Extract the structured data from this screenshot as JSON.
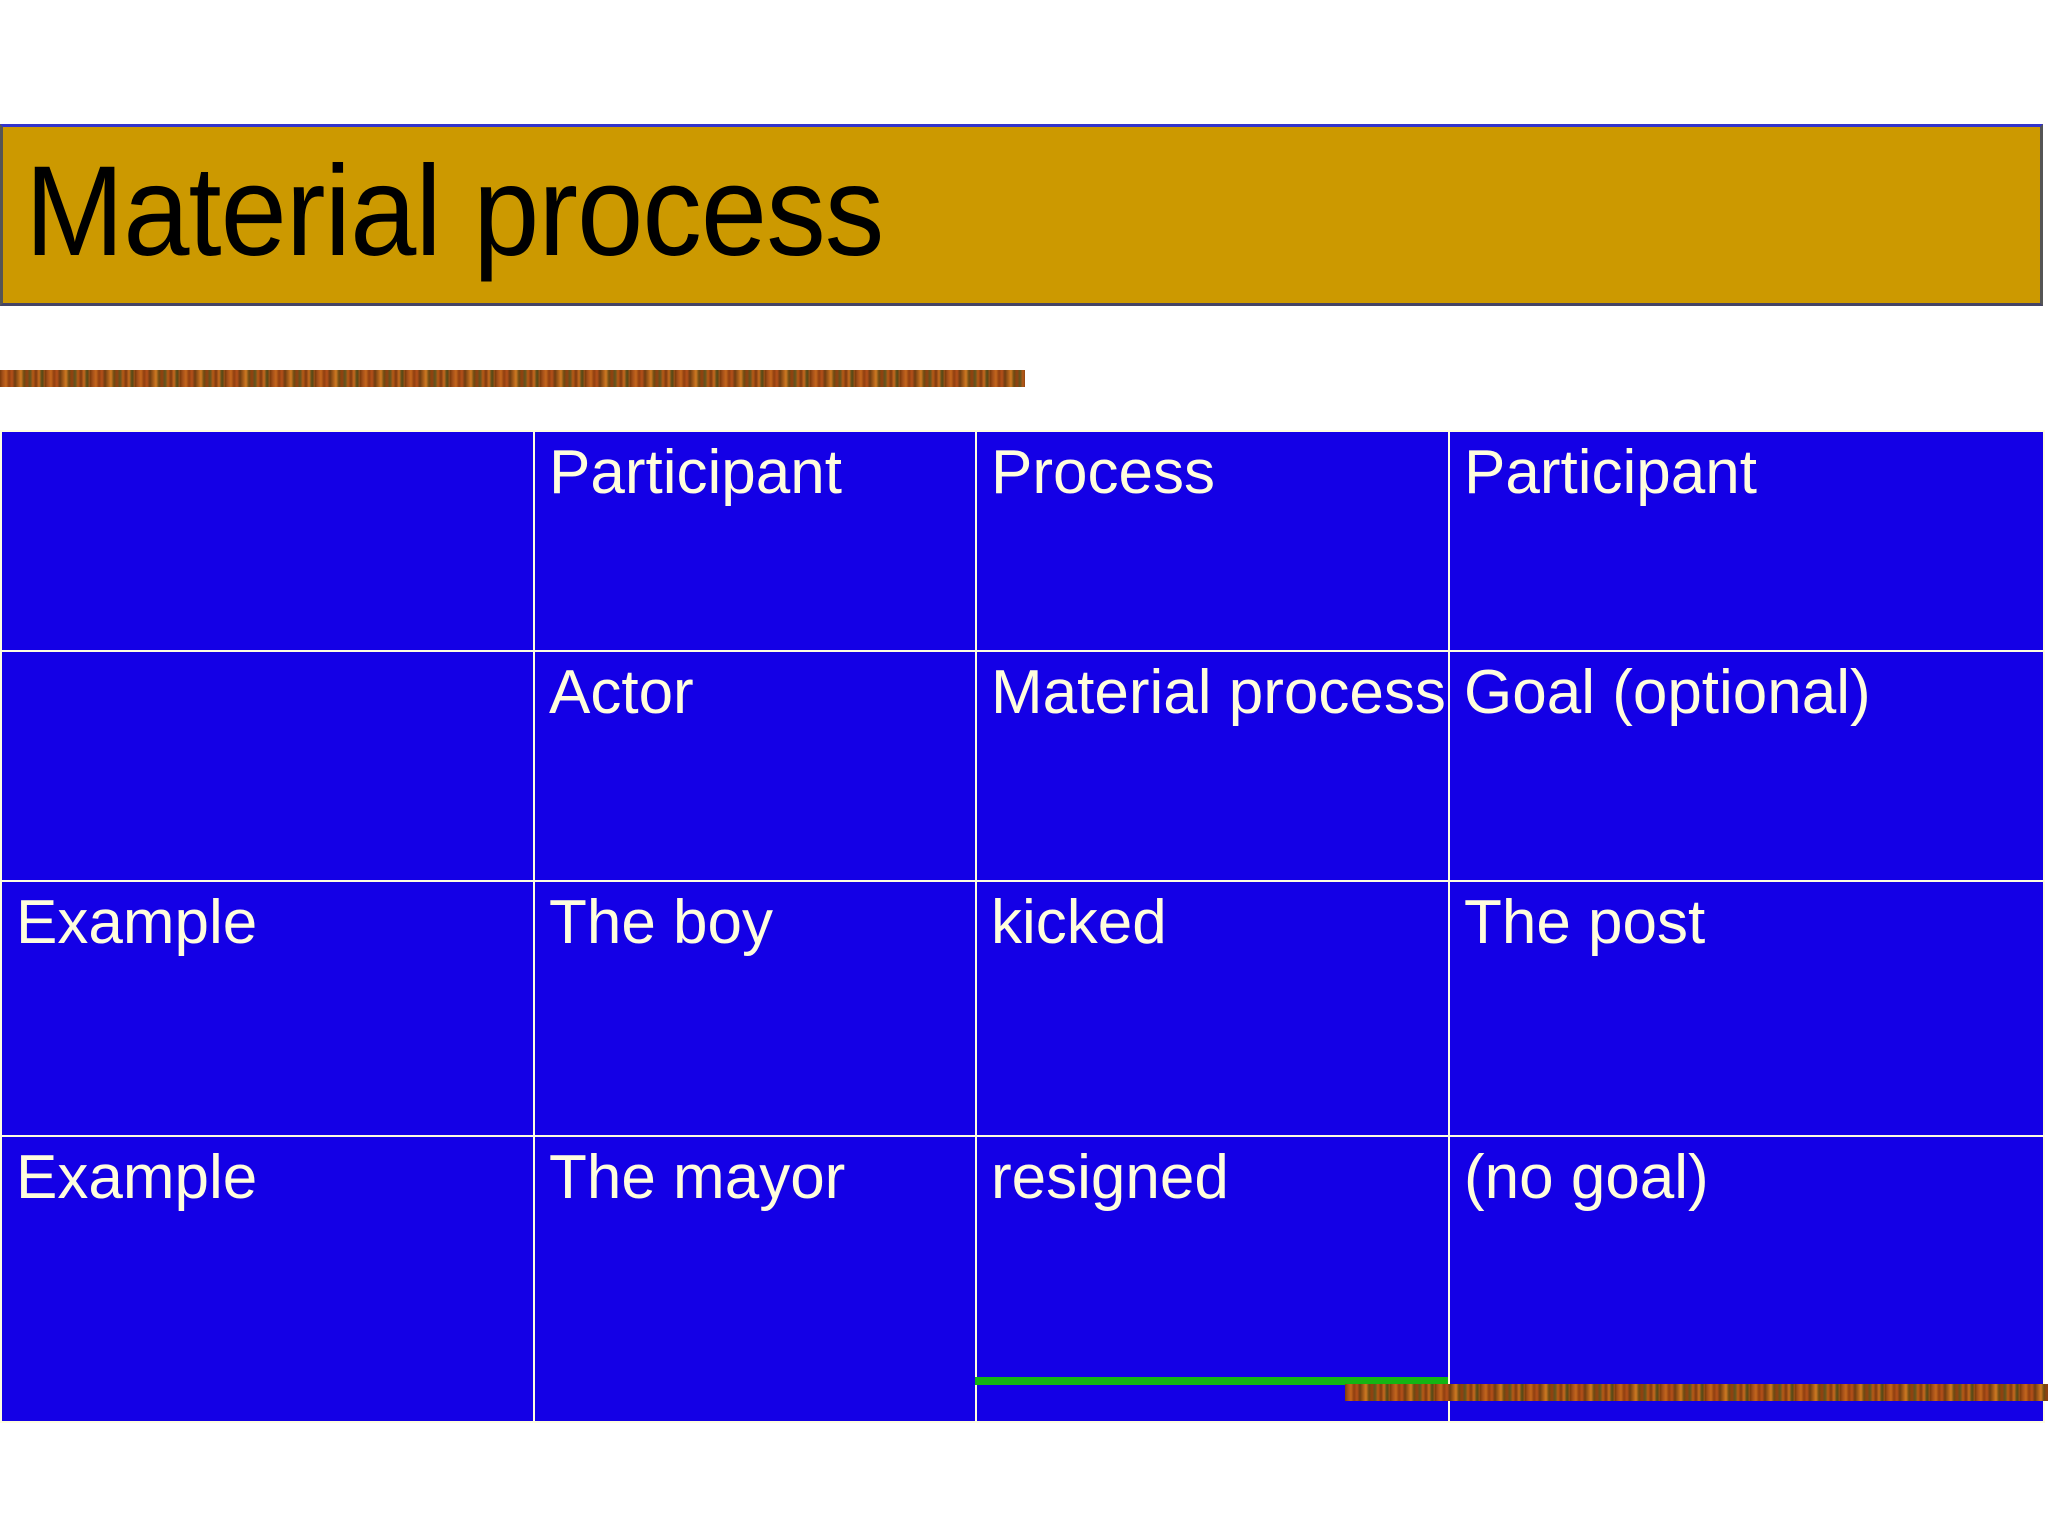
{
  "slide": {
    "title": "Material process",
    "title_bar_color": "#cc9900",
    "title_text_color": "#000000",
    "background_color": "#ffffff",
    "accent_top_border_color": "#3333cc"
  },
  "decor": {
    "top_strip_name": "autumn-texture-strip",
    "bottom_strip_name": "autumn-texture-strip",
    "underline_color": "#13b513"
  },
  "table": {
    "cell_background": "#1400e6",
    "cell_border_color": "#fffde0",
    "cell_text_color": "#fffddd",
    "columns": [
      "",
      "Participant",
      "Process",
      "Participant"
    ],
    "rows": [
      {
        "label": "",
        "cells": [
          "",
          "Participant",
          "Process",
          "Participant"
        ]
      },
      {
        "label": "",
        "cells": [
          "",
          "Actor",
          "Material process",
          "Goal (optional)"
        ]
      },
      {
        "label": "Example",
        "cells": [
          "Example",
          "The boy",
          "kicked",
          "The post"
        ]
      },
      {
        "label": "Example",
        "cells": [
          "Example",
          "The mayor",
          "resigned",
          "(no goal)"
        ]
      }
    ]
  }
}
